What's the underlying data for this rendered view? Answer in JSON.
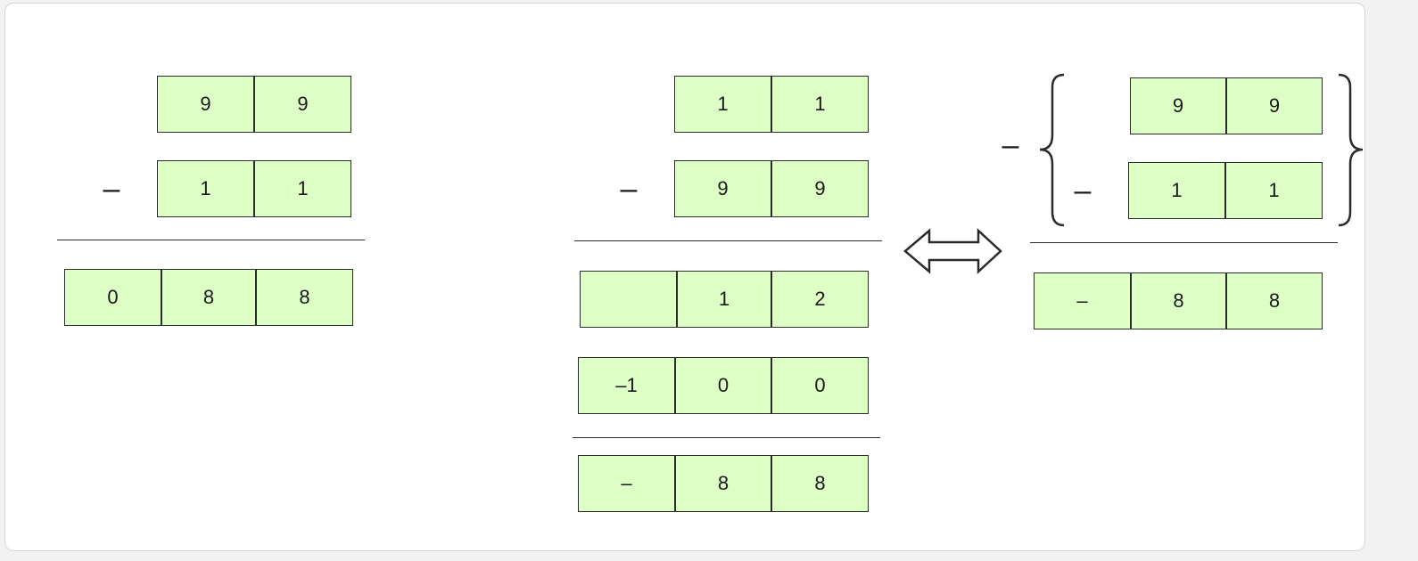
{
  "colors": {
    "cell_fill": "#ddfec5",
    "stroke": "#2b2b2b",
    "text": "#1a1a1a"
  },
  "icons": [
    "double-arrow-icon",
    "left-brace-icon",
    "right-brace-icon"
  ],
  "minus_sign": "–",
  "panels": [
    {
      "id": "left",
      "rows": [
        {
          "sign": "",
          "cells": [
            "9",
            "9"
          ]
        },
        {
          "sign": "–",
          "cells": [
            "1",
            "1"
          ]
        },
        {
          "sign": "",
          "cells": [
            "0",
            "8",
            "8"
          ]
        }
      ]
    },
    {
      "id": "middle",
      "rows": [
        {
          "sign": "",
          "cells": [
            "1",
            "1"
          ]
        },
        {
          "sign": "–",
          "cells": [
            "9",
            "9"
          ]
        },
        {
          "sign": "",
          "cells": [
            "",
            "1",
            "2"
          ]
        },
        {
          "sign": "",
          "cells": [
            "–1",
            "0",
            "0"
          ]
        },
        {
          "sign": "",
          "cells": [
            "–",
            "8",
            "8"
          ]
        }
      ]
    },
    {
      "id": "right",
      "outer_sign": "–",
      "rows": [
        {
          "sign": "",
          "cells": [
            "9",
            "9"
          ]
        },
        {
          "sign": "–",
          "cells": [
            "1",
            "1"
          ]
        },
        {
          "sign": "",
          "cells": [
            "–",
            "8",
            "8"
          ]
        }
      ]
    }
  ]
}
